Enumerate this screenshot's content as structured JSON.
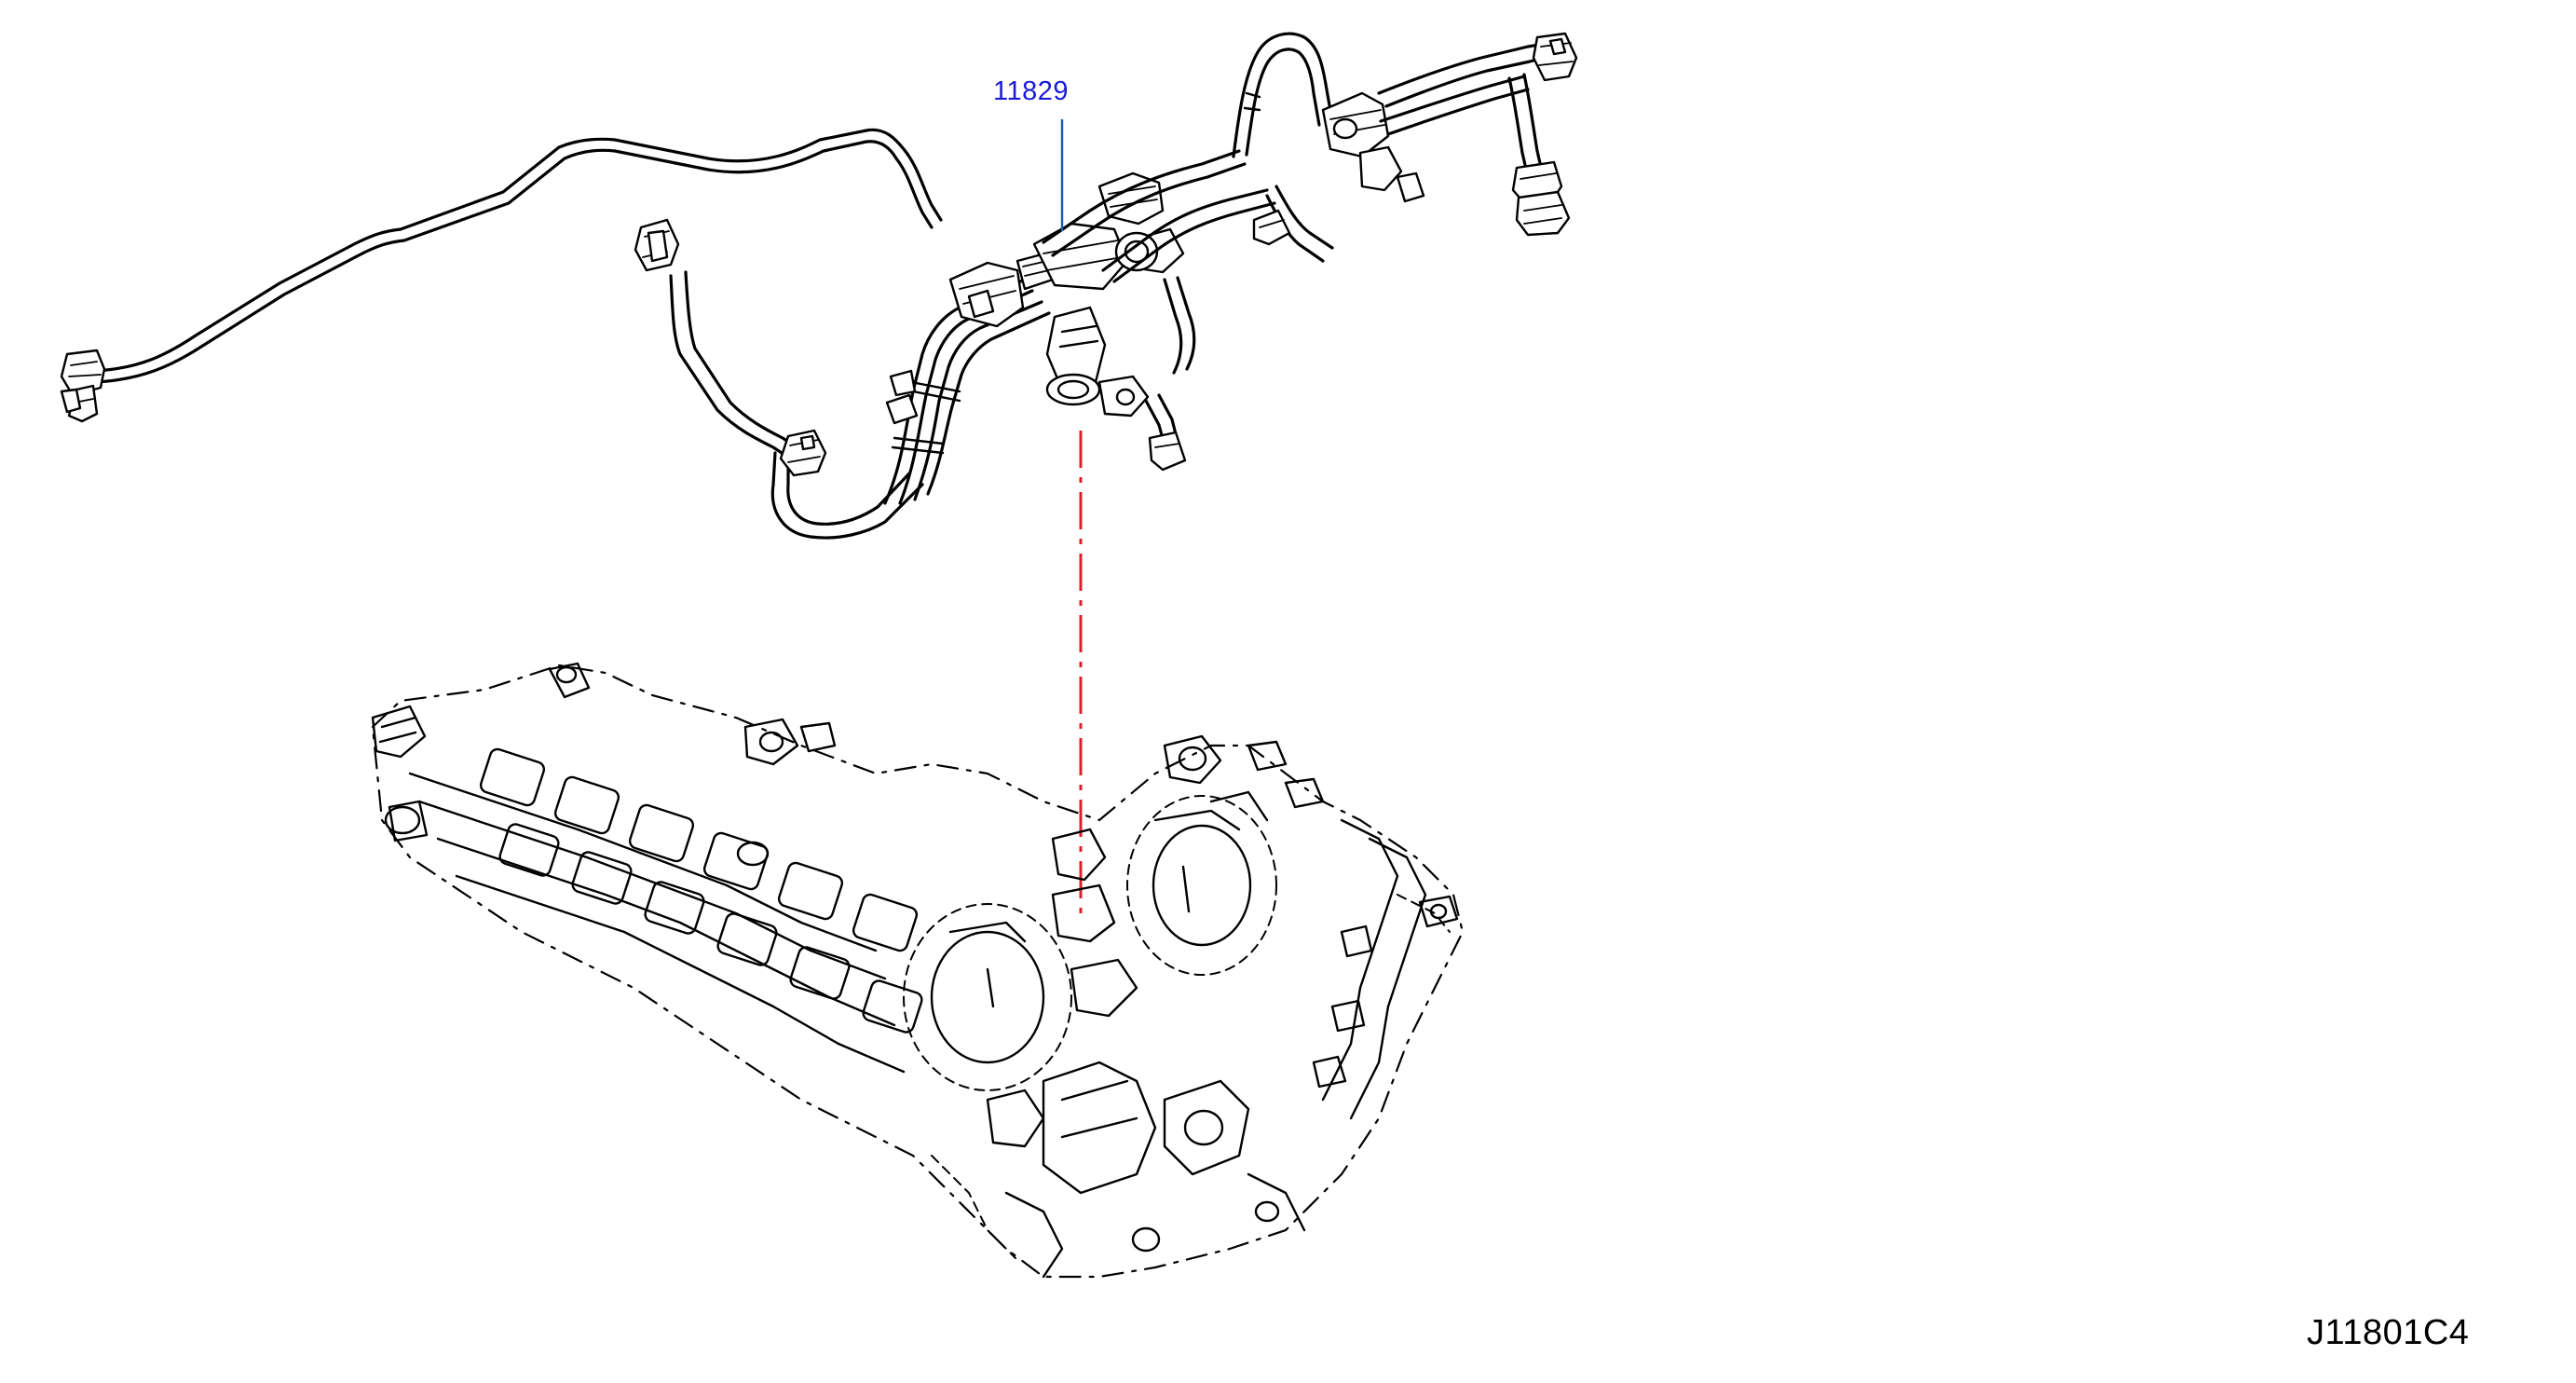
{
  "callouts": [
    {
      "id": "harness",
      "number": "11829"
    }
  ],
  "diagram_code": "J11801C4",
  "colors": {
    "callout_text": "#1a1ad6",
    "leader_line": "#1a5aa8",
    "centerline": "#d8202a",
    "drawing": "#000000",
    "background": "#ffffff"
  }
}
